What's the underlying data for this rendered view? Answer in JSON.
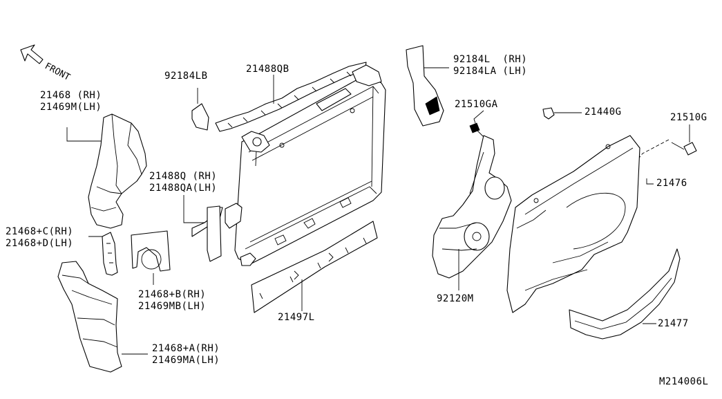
{
  "diagram": {
    "front_label": "FRONT",
    "ref_code": "M214006L",
    "labels": [
      {
        "id": "92184LB",
        "lines": [
          "92184LB"
        ]
      },
      {
        "id": "21488QB",
        "lines": [
          "21488QB"
        ]
      },
      {
        "id": "92184L",
        "lines": [
          "92184L  (RH)",
          "92184LA (LH)"
        ]
      },
      {
        "id": "21468",
        "lines": [
          "21468 (RH)",
          "21469M(LH)"
        ]
      },
      {
        "id": "21510GA",
        "lines": [
          "21510GA"
        ]
      },
      {
        "id": "21440G",
        "lines": [
          "21440G"
        ]
      },
      {
        "id": "21510G",
        "lines": [
          "21510G"
        ]
      },
      {
        "id": "21488Q",
        "lines": [
          "21488Q (RH)",
          "21488QA(LH)"
        ]
      },
      {
        "id": "21476",
        "lines": [
          "21476"
        ]
      },
      {
        "id": "21468C",
        "lines": [
          "21468+C(RH)",
          "21468+D(LH)"
        ]
      },
      {
        "id": "21468B",
        "lines": [
          "21468+B(RH)",
          "21469MB(LH)"
        ]
      },
      {
        "id": "92120M",
        "lines": [
          "92120M"
        ]
      },
      {
        "id": "21497L",
        "lines": [
          "21497L"
        ]
      },
      {
        "id": "21477",
        "lines": [
          "21477"
        ]
      },
      {
        "id": "21468A",
        "lines": [
          "21468+A(RH)",
          "21469MA(LH)"
        ]
      }
    ]
  }
}
